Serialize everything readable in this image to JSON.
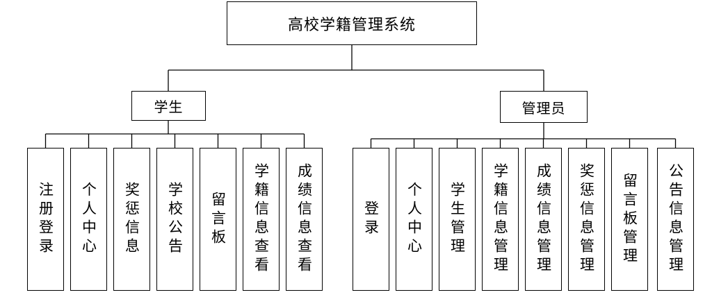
{
  "root": {
    "label": "高校学籍管理系统"
  },
  "roles": [
    {
      "label": "学生",
      "modules": [
        "注册登录",
        "个人中心",
        "奖惩信息",
        "学校公告",
        "留言板",
        "学籍信息查看",
        "成绩信息查看"
      ]
    },
    {
      "label": "管理员",
      "modules": [
        "登录",
        "个人中心",
        "学生管理",
        "学籍信息管理",
        "成绩信息管理",
        "奖惩信息管理",
        "留言板管理",
        "公告信息管理"
      ]
    }
  ]
}
